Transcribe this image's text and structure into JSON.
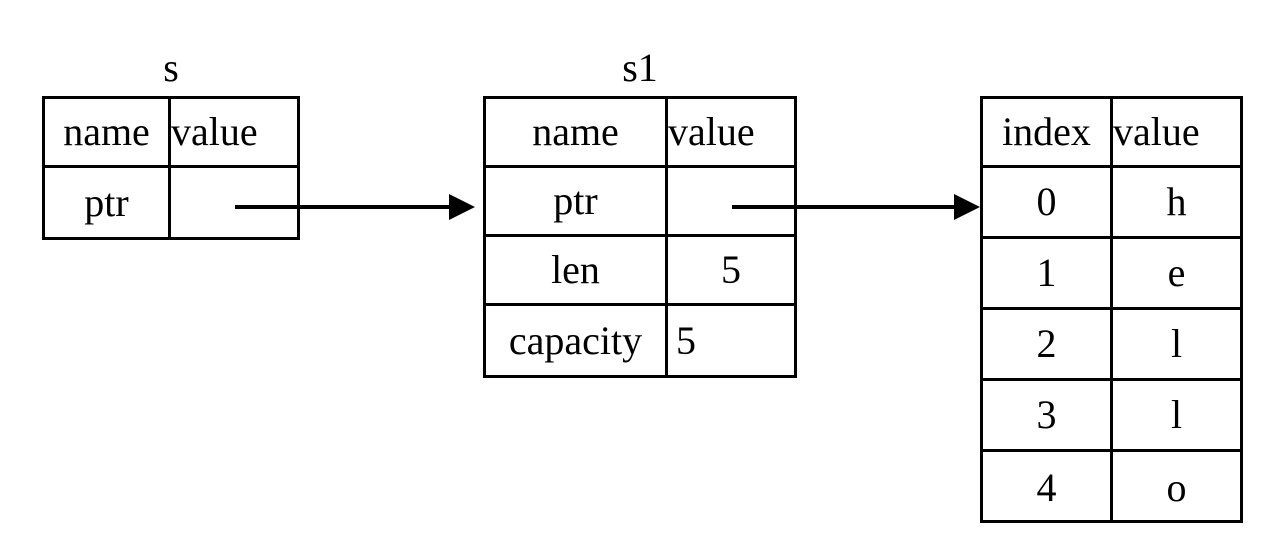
{
  "diagram": {
    "title_s": "s",
    "title_s1": "s1",
    "background_color": "#ffffff",
    "line_color": "#000000"
  },
  "table_s": {
    "label": "s",
    "headers": [
      "name",
      "value"
    ],
    "rows": [
      {
        "name": "ptr",
        "value": ""
      }
    ]
  },
  "table_s1": {
    "label": "s1",
    "headers": [
      "name",
      "value"
    ],
    "rows": [
      {
        "name": "ptr",
        "value": ""
      },
      {
        "name": "len",
        "value": "5"
      },
      {
        "name": "capacity",
        "value": "5"
      }
    ]
  },
  "table_buffer": {
    "label": "",
    "headers": [
      "index",
      "value"
    ],
    "rows": [
      {
        "index": "0",
        "value": "h"
      },
      {
        "index": "1",
        "value": "e"
      },
      {
        "index": "2",
        "value": "l"
      },
      {
        "index": "3",
        "value": "l"
      },
      {
        "index": "4",
        "value": "o"
      }
    ]
  },
  "arrows": [
    {
      "name": "s-ptr-to-s1",
      "from": "s.ptr.value",
      "to": "s1.ptr"
    },
    {
      "name": "s1-ptr-to-buffer",
      "from": "s1.ptr.value",
      "to": "buffer.row0"
    }
  ]
}
